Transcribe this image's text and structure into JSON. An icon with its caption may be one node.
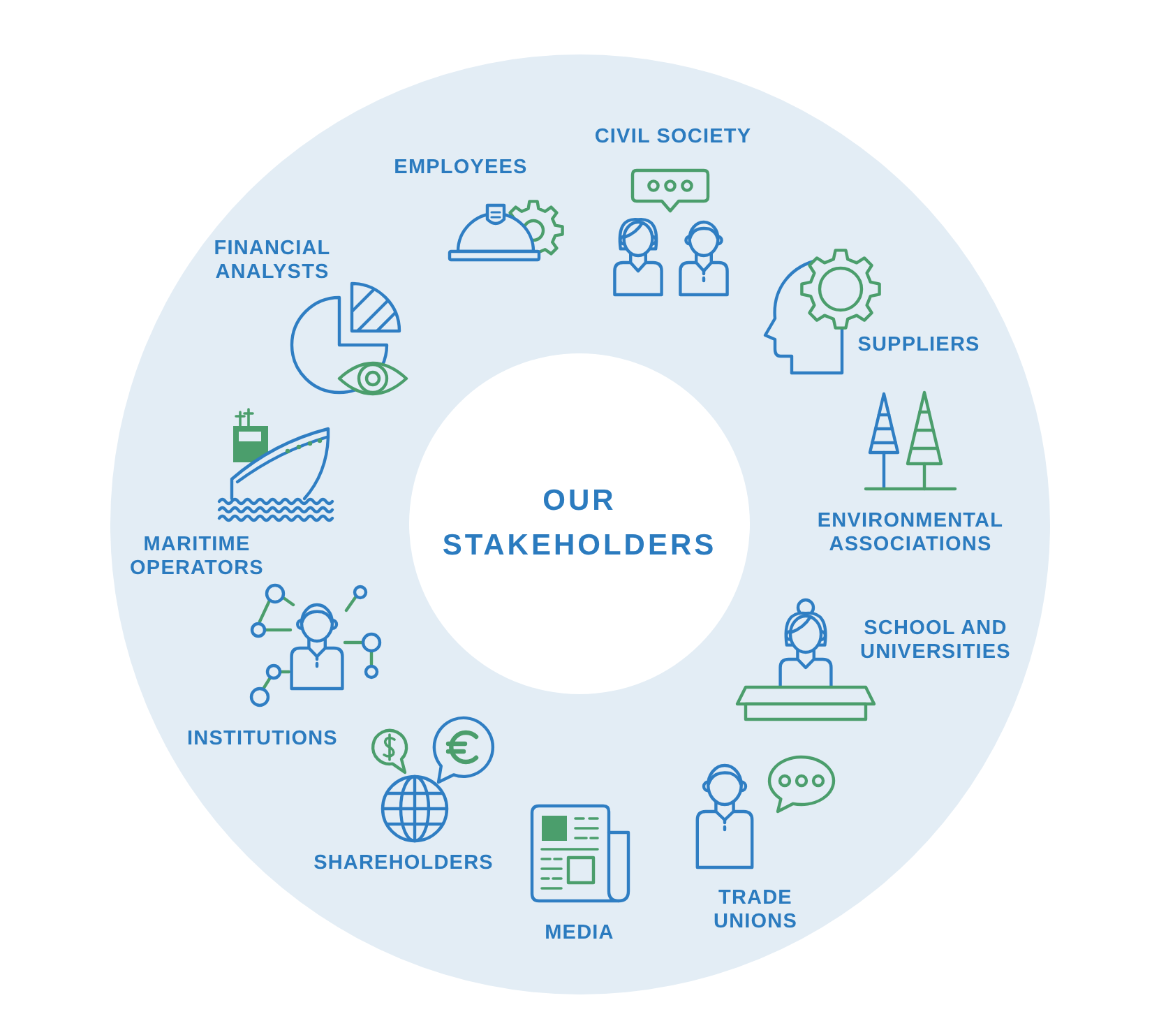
{
  "diagram": {
    "nodes": [
      {
        "text": [
          "OUR STAKEHOLDERS"
        ]
      }
    ],
    "labels": [
      "EMPLOYEES",
      "CIVIL SOCIETY",
      "SUPPLIERS",
      "ENVIRONMENTAL ASSOCIATIONS",
      "SCHOOL AND UNIVERSITIES",
      "TRADE UNIONS",
      "MEDIA",
      "SHAREHOLDERS",
      "INSTITUTIONS",
      "MARITIME OPERATORS",
      "FINANCIAL ANALYSTS"
    ]
  }
}
